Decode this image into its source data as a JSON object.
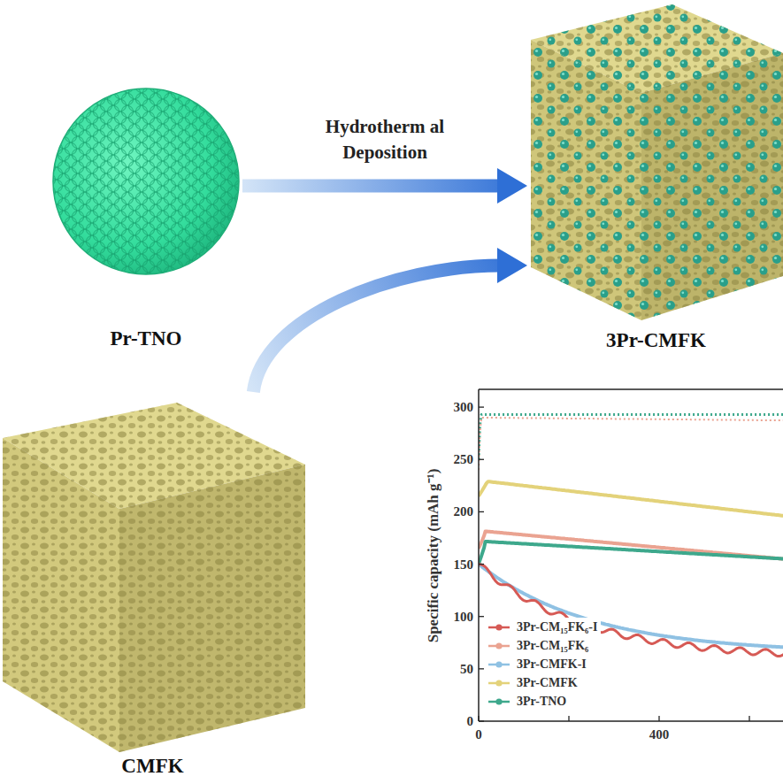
{
  "diagram": {
    "nodes": [
      {
        "text": [
          "Pr-TNO"
        ]
      },
      {
        "text": [
          "3Pr-CMFK"
        ]
      },
      {
        "text": [
          "CMFK"
        ]
      }
    ],
    "edges": [
      {
        "from": 0,
        "to": 1,
        "arrow": "to",
        "label": "Hydrotherm al Deposition"
      },
      {
        "from": 2,
        "to": 1,
        "arrow": "to"
      }
    ],
    "labels": [
      "300",
      "250",
      "200",
      "150",
      "100",
      "50",
      "0",
      "0",
      "400",
      "Specific capacity (mAh g⁻¹)"
    ],
    "legend": [
      {
        "text": "3Pr-CM₁₅FK₆-I"
      },
      {
        "text": "3Pr-CM₁₅FK₆"
      },
      {
        "text": "3Pr-CMFK-I"
      },
      {
        "text": "3Pr-CMFK"
      },
      {
        "text": "3Pr-TNO"
      }
    ]
  }
}
